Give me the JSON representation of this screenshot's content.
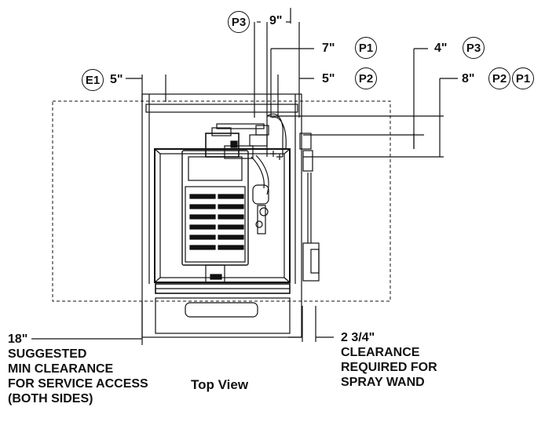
{
  "callouts": {
    "e1": {
      "tag": "E1",
      "dim": "5\""
    },
    "p3_top": {
      "tag": "P3",
      "dim": "9\""
    },
    "p1_mid": {
      "tag": "P1",
      "dim": "7\""
    },
    "p2_mid": {
      "tag": "P2",
      "dim": "5\""
    },
    "p3_right": {
      "tag": "P3",
      "dim": "4\""
    },
    "p2p1_right": {
      "tag_a": "P2",
      "tag_b": "P1",
      "dim": "8\""
    }
  },
  "clearance_left": {
    "dim": "18\"",
    "lines": [
      "SUGGESTED",
      "MIN CLEARANCE",
      "FOR SERVICE ACCESS",
      "(BOTH SIDES)"
    ]
  },
  "clearance_right": {
    "dim": "2 3/4\"",
    "lines": [
      "CLEARANCE",
      "REQUIRED FOR",
      "SPRAY WAND"
    ]
  },
  "view_label": "Top View",
  "colors": {
    "line": "#111111",
    "fill": "#ffffff"
  }
}
